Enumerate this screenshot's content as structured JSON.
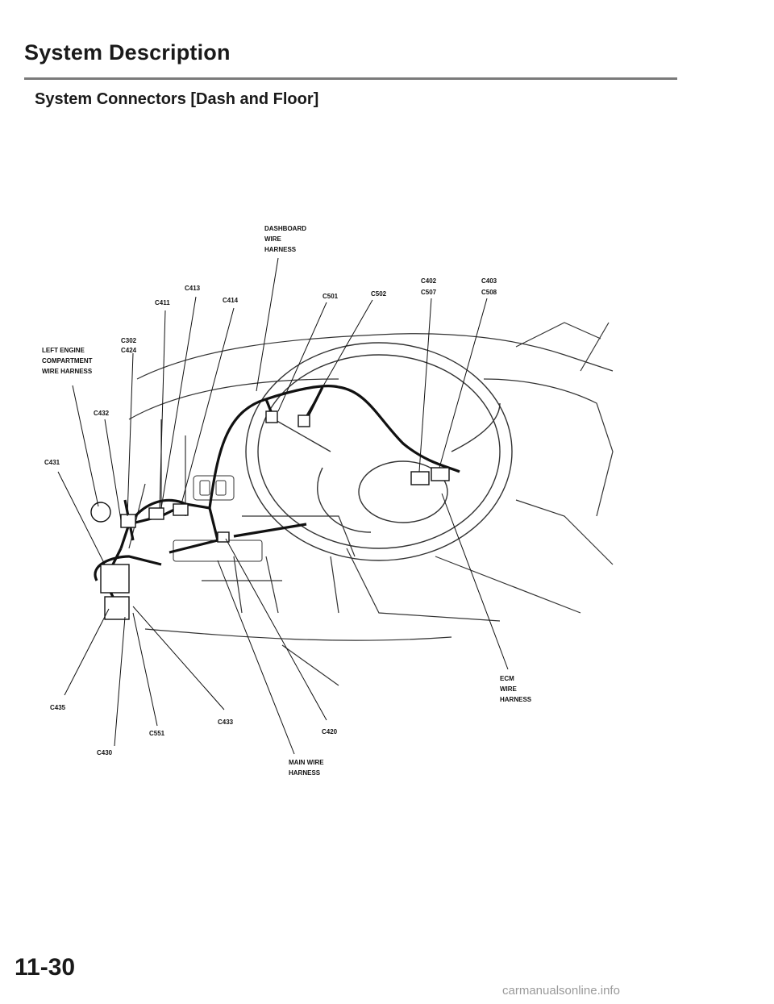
{
  "header": {
    "page_title": "System Description",
    "section_title": "System Connectors [Dash and Floor]"
  },
  "diagram": {
    "labels": {
      "dashboard_harness": [
        "DASHBOARD",
        "WIRE",
        "HARNESS"
      ],
      "left_engine_harness": [
        "LEFT ENGINE",
        "COMPARTMENT",
        "WIRE HARNESS"
      ],
      "ecm_harness": [
        "ECM",
        "WIRE",
        "HARNESS"
      ],
      "main_harness": [
        "MAIN WIRE",
        "HARNESS"
      ],
      "c413": "C413",
      "c411": "C411",
      "c414": "C414",
      "c501": "C501",
      "c502": "C502",
      "c402_c507": [
        "C402",
        "C507"
      ],
      "c403_c508": [
        "C403",
        "C508"
      ],
      "c302_c424": [
        "C302",
        "C424"
      ],
      "c432": "C432",
      "c431": "C431",
      "c435": "C435",
      "c433": "C433",
      "c551": "C551",
      "c420": "C420",
      "c430": "C430"
    }
  },
  "footer": {
    "page_number": "11-30",
    "watermark": "carmanualsonline.info"
  }
}
